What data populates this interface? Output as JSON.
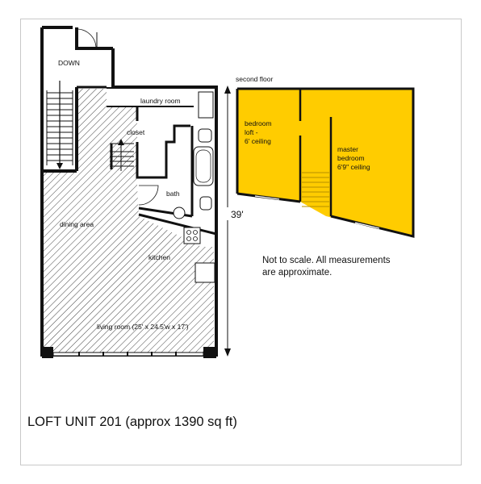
{
  "title": "LOFT UNIT 201 (approx 1390 sq ft)",
  "dimension_label": "39'",
  "note_line1": "Not to scale. All measurements",
  "note_line2": "are approximate.",
  "ground_floor": {
    "down": "DOWN",
    "laundry": "laundry room",
    "closet": "closet",
    "bath": "bath",
    "dining": "dining area",
    "kitchen": "kitchen",
    "living": "living room (25' x 24.5'w x 17')"
  },
  "second_floor": {
    "heading": "second floor",
    "bedroom_loft_1": "bedroom",
    "bedroom_loft_2": "loft  -",
    "bedroom_loft_3": "6' ceiling",
    "master_1": "master",
    "master_2": "bedroom",
    "master_3": "6'9\" ceiling"
  },
  "colors": {
    "loft_fill": "#FFCC00",
    "wall": "#111111",
    "hatch": "#444444"
  }
}
